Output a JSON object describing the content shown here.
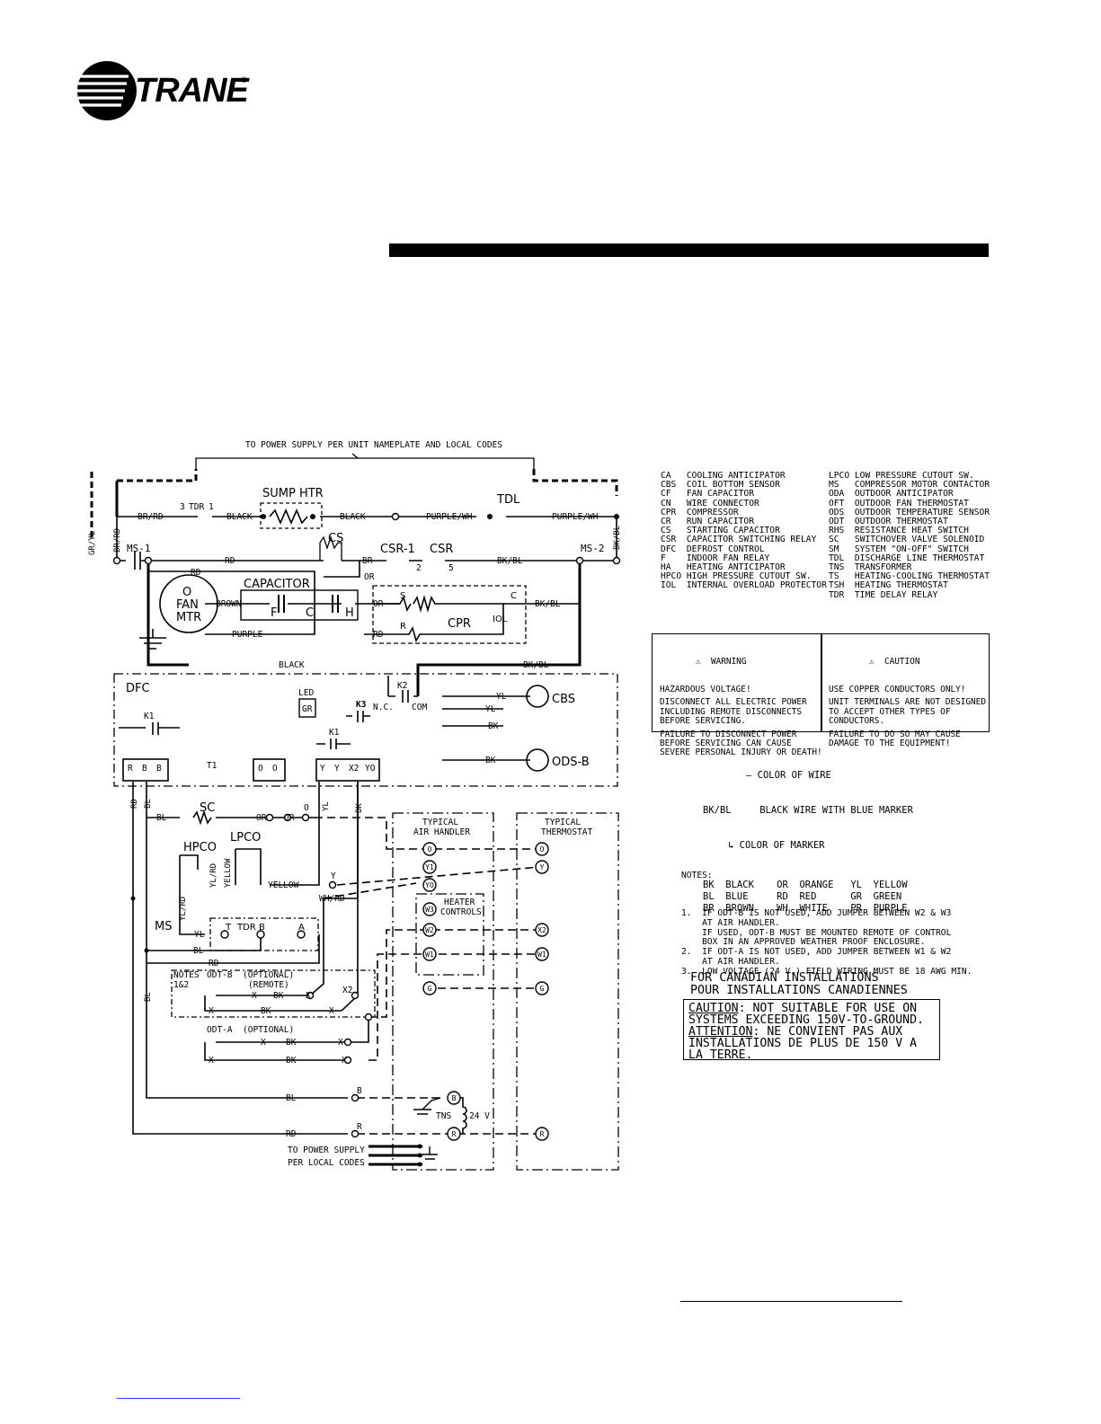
{
  "brand": {
    "name": "TRANE",
    "registered": "®"
  },
  "diagram": {
    "power_supply_top": "TO POWER SUPPLY PER UNIT NAMEPLATE AND LOCAL CODES",
    "power_supply_bottom_1": "TO POWER SUPPLY",
    "power_supply_bottom_2": "PER LOCAL CODES",
    "components": {
      "sump_htr": "SUMP HTR",
      "tdl": "TDL",
      "tdr": "TDR",
      "cs": "CS",
      "csr1": "CSR-1",
      "csr": "CSR",
      "ms1": "MS-1",
      "ms2": "MS-2",
      "capacitor": "CAPACITOR",
      "fan_o": "O",
      "fan_fan": "FAN",
      "fan_mtr": "MTR",
      "cap_f": "F",
      "cap_c": "C",
      "cap_h": "H",
      "cpr": "CPR",
      "iol": "IOL",
      "cpr_s": "S",
      "cpr_r": "R",
      "cpr_c": "C",
      "dfc": "DFC",
      "led": "LED",
      "led_gr": "GR",
      "k1": "K1",
      "k2": "K2",
      "k3": "K3",
      "nc": "N.C.",
      "com": "COM",
      "cbs": "CBS",
      "ods_b": "ODS-B",
      "sc": "SC",
      "hpco": "HPCO",
      "lpco": "LPCO",
      "ms": "MS",
      "tdr_t": "T",
      "tdr_b": "B",
      "tdr_a": "A",
      "notes_ref_1": "NOTES",
      "notes_ref_2": "1&2",
      "odt_b": "ODT-B",
      "optional_remote_1": "(OPTIONAL)",
      "optional_remote_2": "(REMOTE)",
      "odt_a": "ODT-A",
      "optional": "(OPTIONAL)",
      "typical_air_handler_1": "TYPICAL",
      "typical_air_handler_2": "AIR HANDLER",
      "typical_thermostat_1": "TYPICAL",
      "typical_thermostat_2": "THERMOSTAT",
      "heater_controls_1": "HEATER",
      "heater_controls_2": "CONTROLS",
      "tns": "TNS",
      "v24": "24 V",
      "dfc_terms": [
        "R",
        "B",
        "B",
        "T1",
        "O",
        "O",
        "Y",
        "Y",
        "X2",
        "YO"
      ]
    },
    "wires": {
      "br_rd": "BR/RD",
      "black": "BLACK",
      "purple_wh": "PURPLE/WH",
      "gr_yl": "GR/YL",
      "bk_bl": "BK/BL",
      "rd": "RD",
      "or": "OR",
      "br": "BR",
      "brown": "BROWN",
      "purple": "PURPLE",
      "yl": "YL",
      "bk": "BK",
      "bl": "BL",
      "yellow": "YELLOW",
      "wh_rd": "WH/RD",
      "yl_rd": "YL/RD",
      "x": "X",
      "y": "Y",
      "o": "O",
      "b": "B",
      "r": "R",
      "x2": "X2",
      "n3": "3",
      "n1": "1",
      "n2": "2",
      "n5": "5"
    },
    "air_handler_terms": [
      "O",
      "Y1",
      "YO",
      "W3",
      "W2",
      "W1",
      "G",
      "B",
      "R"
    ],
    "thermostat_terms": [
      "O",
      "Y",
      "X2",
      "W1",
      "G",
      "R"
    ]
  },
  "legend": {
    "left": [
      [
        "CA",
        "COOLING ANTICIPATOR"
      ],
      [
        "CBS",
        "COIL BOTTOM SENSOR"
      ],
      [
        "CF",
        "FAN CAPACITOR"
      ],
      [
        "CN",
        "WIRE CONNECTOR"
      ],
      [
        "CPR",
        "COMPRESSOR"
      ],
      [
        "CR",
        "RUN CAPACITOR"
      ],
      [
        "CS",
        "STARTING CAPACITOR"
      ],
      [
        "CSR",
        "CAPACITOR SWITCHING RELAY"
      ],
      [
        "DFC",
        "DEFROST CONTROL"
      ],
      [
        "F",
        "INDOOR FAN RELAY"
      ],
      [
        "HA",
        "HEATING ANTICIPATOR"
      ],
      [
        "HPCO",
        "HIGH PRESSURE CUTOUT SW."
      ],
      [
        "IOL",
        "INTERNAL OVERLOAD PROTECTOR"
      ]
    ],
    "right": [
      [
        "LPCO",
        "LOW PRESSURE CUTOUT SW."
      ],
      [
        "MS",
        "COMPRESSOR MOTOR CONTACTOR"
      ],
      [
        "ODA",
        "OUTDOOR ANTICIPATOR"
      ],
      [
        "OFT",
        "OUTDOOR FAN THERMOSTAT"
      ],
      [
        "ODS",
        "OUTDOOR TEMPERATURE SENSOR"
      ],
      [
        "ODT",
        "OUTDOOR THERMOSTAT"
      ],
      [
        "RHS",
        "RESISTANCE HEAT SWITCH"
      ],
      [
        "SC",
        "SWITCHOVER VALVE SOLENOID"
      ],
      [
        "SM",
        "SYSTEM \"ON-OFF\" SWITCH"
      ],
      [
        "TDL",
        "DISCHARGE LINE THERMOSTAT"
      ],
      [
        "TNS",
        "TRANSFORMER"
      ],
      [
        "TS",
        "HEATING-COOLING THERMOSTAT"
      ],
      [
        "TSH",
        "HEATING THERMOSTAT"
      ],
      [
        "TDR",
        "TIME DELAY RELAY"
      ]
    ]
  },
  "warning": {
    "title": "WARNING",
    "lines": [
      "HAZARDOUS VOLTAGE!",
      "",
      "DISCONNECT ALL ELECTRIC POWER",
      "INCLUDING REMOTE DISCONNECTS",
      "BEFORE SERVICING.",
      "",
      "FAILURE TO DISCONNECT POWER",
      "BEFORE SERVICING CAN CAUSE",
      "SEVERE PERSONAL INJURY OR DEATH!"
    ]
  },
  "caution": {
    "title": "CAUTION",
    "lines": [
      "USE COPPER CONDUCTORS ONLY!",
      "",
      "UNIT TERMINALS ARE NOT DESIGNED",
      "TO ACCEPT OTHER TYPES OF",
      "CONDUCTORS.",
      "",
      "FAILURE TO DO SO MAY CAUSE",
      "DAMAGE TO THE EQUIPMENT!"
    ]
  },
  "color_code": {
    "color_of_wire": "COLOR OF WIRE",
    "example": "BK/BL",
    "example_desc": "BLACK WIRE WITH BLUE MARKER",
    "color_of_marker": "COLOR OF MARKER",
    "rows": [
      [
        "BK",
        "BLACK",
        "OR",
        "ORANGE",
        "YL",
        "YELLOW"
      ],
      [
        "BL",
        "BLUE",
        "RD",
        "RED",
        "GR",
        "GREEN"
      ],
      [
        "BR",
        "BROWN",
        "WH",
        "WHITE",
        "PR",
        "PURPLE"
      ]
    ]
  },
  "notes": {
    "heading": "NOTES:",
    "lines": [
      "1.  IF ODT-B IS NOT USED, ADD JUMPER BETWEEN W2 & W3",
      "    AT AIR HANDLER.",
      "    IF USED, ODT-B MUST BE MOUNTED REMOTE OF CONTROL",
      "    BOX IN AN APPROVED WEATHER PROOF ENCLOSURE.",
      "2.  IF ODT-A IS NOT USED, ADD JUMPER BETWEEN W1 & W2",
      "    AT AIR HANDLER.",
      "3.  LOW VOLTAGE (24 V.) FIELD WIRING MUST BE 18 AWG MIN."
    ]
  },
  "canada": {
    "heading_en": "FOR CANADIAN INSTALLATIONS",
    "heading_fr": "POUR INSTALLATIONS CANADIENNES",
    "caution_label": "CAUTION",
    "caution_text_1": ": NOT SUITABLE FOR USE ON",
    "caution_text_2": "SYSTEMS EXCEEDING 150V-TO-GROUND.",
    "attention_label": "ATTENTION",
    "attention_text_1": ": NE CONVIENT PAS AUX",
    "attention_text_2": "INSTALLATIONS DE PLUS DE 150 V A",
    "attention_text_3": "LA TERRE."
  }
}
